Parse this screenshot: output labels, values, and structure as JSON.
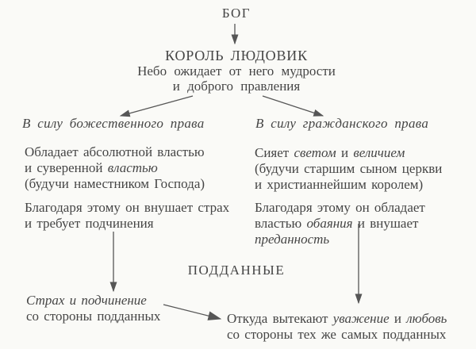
{
  "diagram": {
    "god": "БОГ",
    "king": {
      "title": "КОРОЛЬ ЛЮДОВИК",
      "subtitle_line1": "Небо ожидает от него мудрости",
      "subtitle_line2": "и доброго правления"
    },
    "left_branch": {
      "heading": "В силу божественного права",
      "p1_line1": "Обладает абсолютной властью",
      "p1_line2_roman": "и суверенной",
      "p1_line2_italic": "властью",
      "p1_line3": "(будучи наместником Господа)",
      "p2_line1": "Благодаря этому он внушает страх",
      "p2_line2": "и требует подчинения"
    },
    "right_branch": {
      "heading": "В силу гражданского права",
      "p1_line1_roman1": "Сияет",
      "p1_line1_italic1": "светом",
      "p1_line1_roman2": "и",
      "p1_line1_italic2": "величием",
      "p1_line2": "(будучи старшим сыном церкви",
      "p1_line3": "и христианнейшим королем)",
      "p2_line1": "Благодаря этому он обладает",
      "p2_line2_roman1": "властью",
      "p2_line2_italic": "обаяния",
      "p2_line2_roman2": "и внушает",
      "p2_line3_italic": "преданность"
    },
    "subjects": "ПОДДАННЫЕ",
    "bottom_left": {
      "line1_italic": "Страх и подчинение",
      "line2": "со стороны подданных"
    },
    "bottom_right": {
      "line1_roman1": "Откуда вытекают",
      "line1_italic1": "уважение",
      "line1_roman2": "и",
      "line1_italic2": "любовь",
      "line2": "со стороны тех же самых подданных"
    },
    "colors": {
      "text": "#454545",
      "arrow": "#565656",
      "background": "#fafaf7"
    }
  }
}
